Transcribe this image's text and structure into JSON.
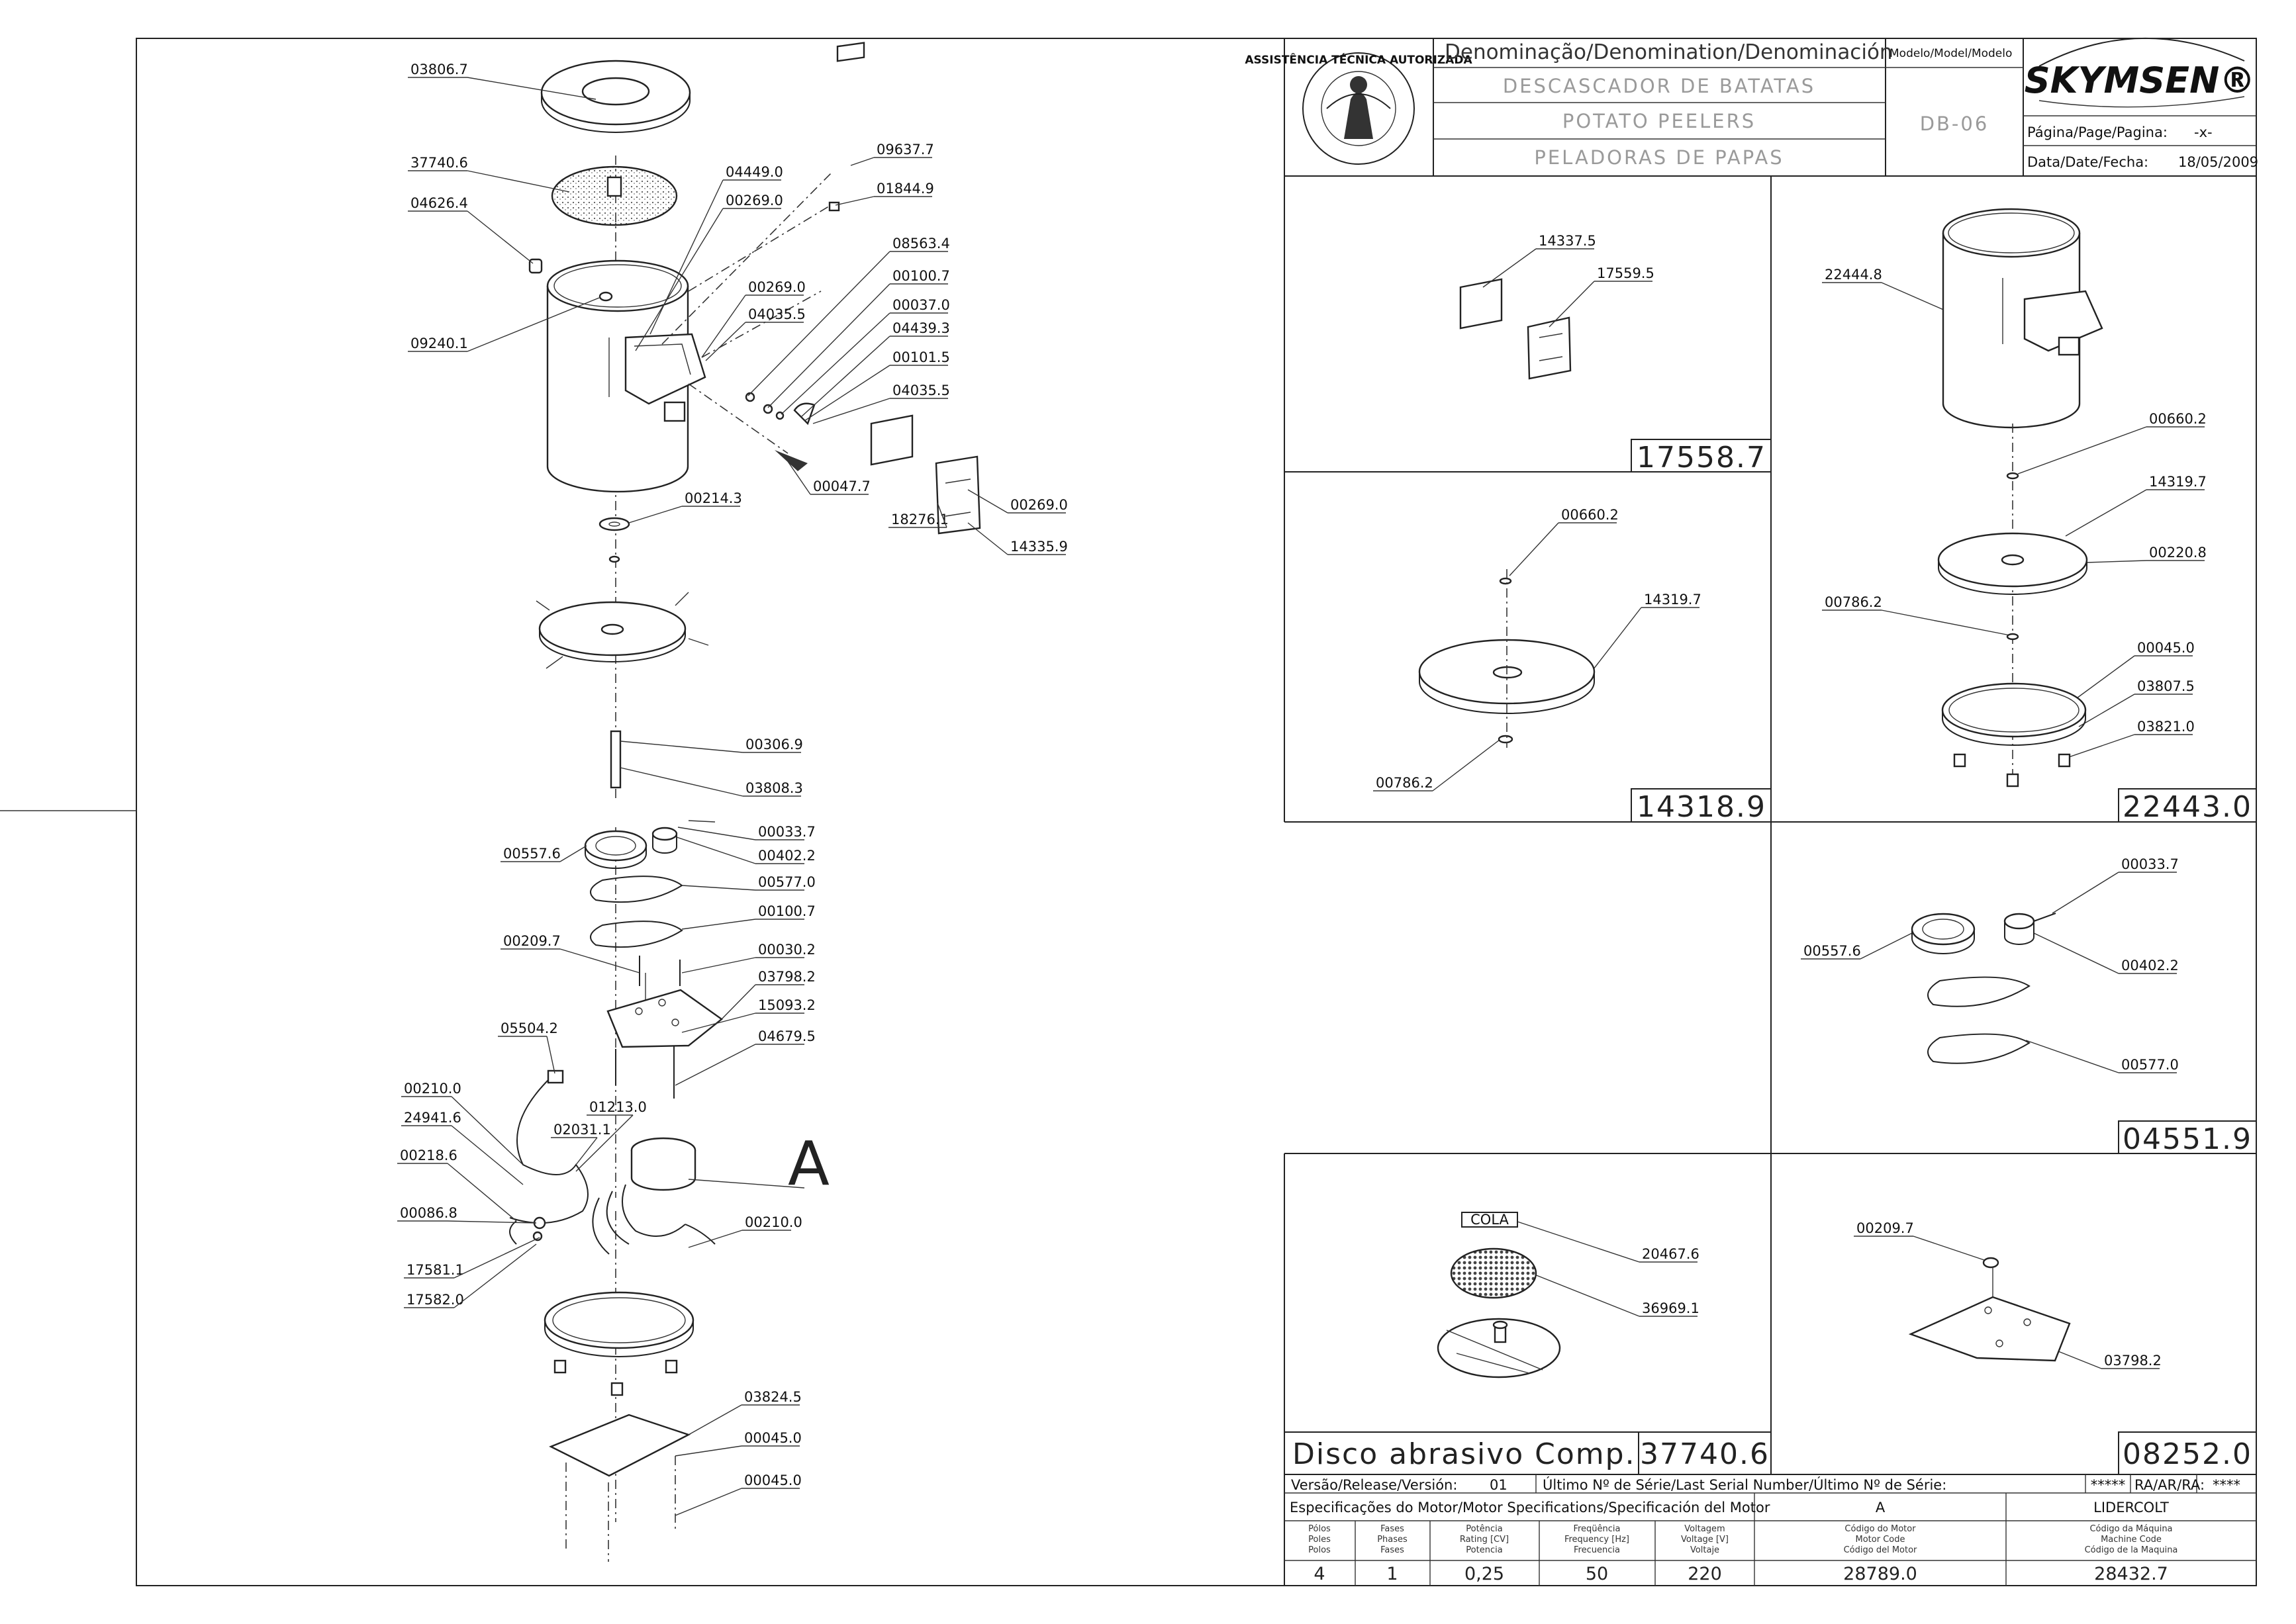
{
  "title_block": {
    "denomination_header": "Denominação/Denomination/Denominación",
    "model_header": "Modelo/Model/Modelo",
    "name_pt": "DESCASCADOR DE BATATAS",
    "name_en": "POTATO PEELERS",
    "name_es": "PELADORAS DE PAPAS",
    "model": "DB-06",
    "brand": "SKYMSEN®",
    "seal_text": "ASSISTÊNCIA TÉCNICA AUTORIZADA",
    "page_label": "Página/Page/Pagina:",
    "page_value": "-x-",
    "date_label": "Data/Date/Fecha:",
    "date_value": "18/05/2009"
  },
  "main_labels": [
    "03806.7",
    "37740.6",
    "04626.4",
    "09240.1",
    "04449.0",
    "00269.0",
    "09637.7",
    "01844.9",
    "08563.4",
    "00269.0",
    "04035.5",
    "00100.7",
    "00037.0",
    "04439.3",
    "00101.5",
    "04035.5",
    "00047.7",
    "00269.0",
    "18276.1",
    "14335.9",
    "00214.3",
    "00306.9",
    "03808.3",
    "00557.6",
    "00033.7",
    "00402.2",
    "00577.0",
    "00100.7",
    "00209.7",
    "00030.2",
    "03798.2",
    "15093.2",
    "04679.5",
    "05504.2",
    "00210.0",
    "24941.6",
    "01213.0",
    "02031.1",
    "00218.6",
    "00086.8",
    "00210.0",
    "17581.1",
    "17582.0",
    "03824.5",
    "00045.0",
    "00045.0"
  ],
  "assembly_letter": "A",
  "kits": [
    {
      "code": "17558.7",
      "labels": [
        "14337.5",
        "17559.5"
      ]
    },
    {
      "code": "22443.0",
      "labels": [
        "22444.8",
        "00660.2",
        "14319.7",
        "00220.8",
        "00786.2",
        "00045.0",
        "03807.5",
        "03821.0"
      ]
    },
    {
      "code": "14318.9",
      "labels": [
        "00660.2",
        "14319.7",
        "00786.2"
      ]
    },
    {
      "code": "04551.9",
      "labels": [
        "00033.7",
        "00557.6",
        "00402.2",
        "00577.0"
      ]
    },
    {
      "code": "37740.6",
      "name": "Disco abrasivo Comp.",
      "tag": "COLA",
      "labels": [
        "20467.6",
        "36969.1"
      ]
    },
    {
      "code": "08252.0",
      "labels": [
        "00209.7",
        "03798.2"
      ]
    }
  ],
  "release_row": {
    "release_label": "Versão/Release/Versión:",
    "release_value": "01",
    "serial_label": "Último Nº de Série/Last Serial Number/Último Nº de Série:",
    "serial_value": "*****",
    "ra_label": "RA/AR/RA:",
    "ra_value": "****"
  },
  "motor": {
    "spec_header": "Especificações do Motor/Motor Specifications/Specificación del Motor",
    "motor_letter": "A",
    "manufacturer": "LIDERCOLT",
    "col_poles": [
      "Pólos",
      "Poles",
      "Polos"
    ],
    "col_phases": [
      "Fases",
      "Phases",
      "Fases"
    ],
    "col_rating": [
      "Potência",
      "Rating [CV]",
      "Potencia"
    ],
    "col_freq": [
      "Freqüência",
      "Frequency [Hz]",
      "Frecuencia"
    ],
    "col_voltage": [
      "Voltagem",
      "Voltage [V]",
      "Voltaje"
    ],
    "col_motor_code": [
      "Código do Motor",
      "Motor Code",
      "Código del Motor"
    ],
    "col_machine_code": [
      "Código da Máquina",
      "Machine Code",
      "Código de la Maquina"
    ],
    "poles": "4",
    "phases": "1",
    "rating": "0,25",
    "frequency": "50",
    "voltage": "220",
    "motor_code": "28789.0",
    "machine_code": "28432.7"
  }
}
